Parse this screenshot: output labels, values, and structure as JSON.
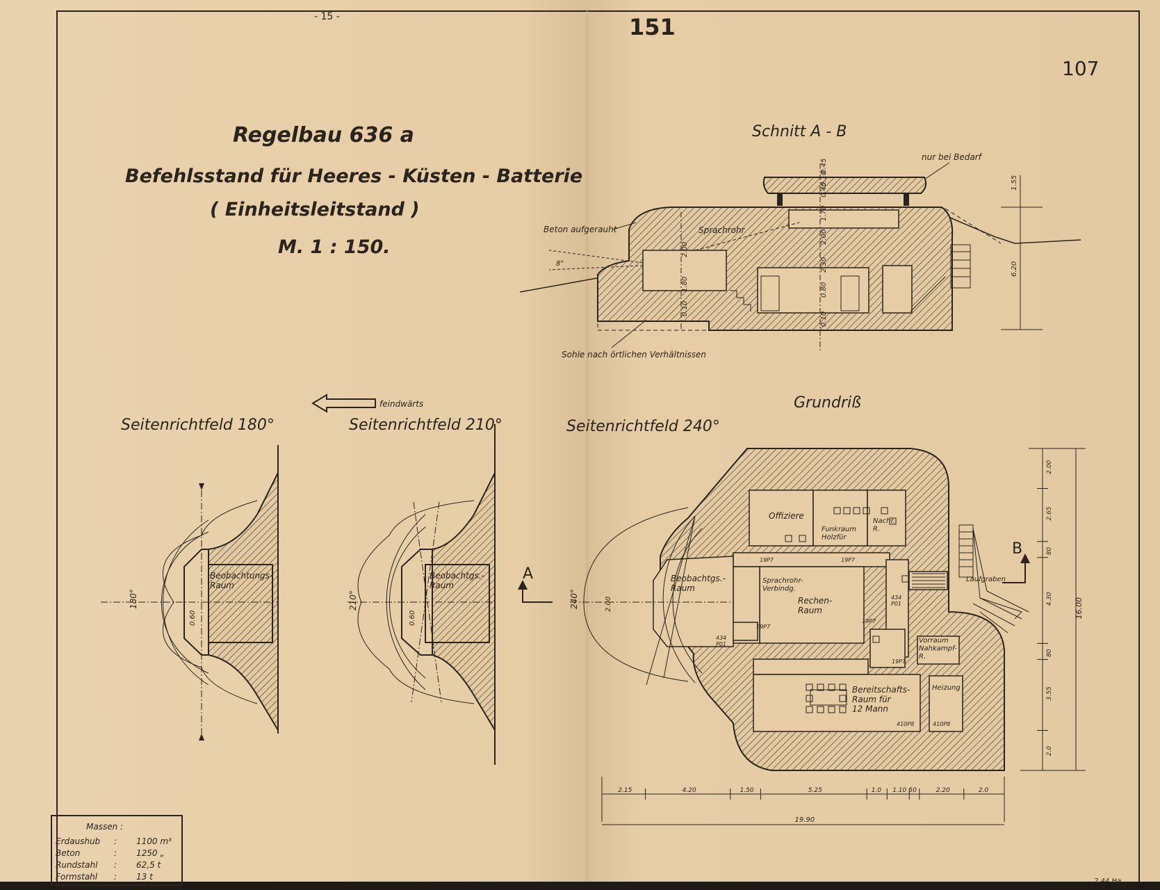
{
  "header": {
    "page_top": "- 15 -",
    "stamp": "151",
    "page_number": "107"
  },
  "title": {
    "line1": "Regelbau 636 a",
    "line2": "Befehlsstand für Heeres - Küsten - Batterie",
    "line3": "( Einheitsleitstand )",
    "scale": "M. 1 : 150."
  },
  "section": {
    "title": "Schnitt A - B",
    "note_top": "nur bei Bedarf",
    "note_concrete": "Beton aufgerauht",
    "note_tube": "Sprachrohr",
    "note_base": "Sohle nach örtlichen Verhältnissen",
    "angle_label": "8°",
    "dims_vertical": [
      "0.45",
      "0.10",
      "0.45",
      "1.70",
      "2.00",
      "2.30",
      "0.80",
      "0.10",
      "2.00",
      "1.80",
      "0.10"
    ],
    "dims_right": [
      "1.55",
      "6.20"
    ]
  },
  "direction": {
    "label": "feindwärts"
  },
  "fields": [
    {
      "title": "Seitenrichtfeld  180°",
      "angle": "180°",
      "room": "Beobachtungs-\nRaum",
      "dim": "0.60"
    },
    {
      "title": "Seitenrichtfeld 210°",
      "angle": "210°",
      "room": "Beobachtgs.-\nRaum",
      "dim": "0.60"
    },
    {
      "title": "Seitenrichtfeld  240°",
      "angle": "240°",
      "room": "Beobachtgs.-\nRaum",
      "dim": "2.00"
    }
  ],
  "plan": {
    "title": "Grundriß",
    "marker_a": "A",
    "marker_b": "B",
    "rooms": {
      "offiziere": "Offiziere",
      "funkraum": "Funkraum\nHolzfür",
      "nachr": "Nachr.\nR.",
      "sprachrohr": "Sprachrohr-\nVerbindg.",
      "rechen": "Rechen-\nRaum",
      "bereitschaft": "Bereitschafts-\nRaum für\n12 Mann",
      "heizung": "Heizung",
      "vorraum": "Vorraum\nNahkampf-\nR.",
      "laufgraben": "Laufgraben"
    },
    "door_labels": [
      "19P7",
      "19P7",
      "19P7",
      "19P7",
      "19P7",
      "434\nP01",
      "410P8",
      "410P8",
      "434\nP01"
    ],
    "dims_bottom": [
      "2.15",
      "4.20",
      "1.50",
      "5.25",
      "1.0",
      "1.10",
      "50",
      "2.20",
      "2.0"
    ],
    "dims_total": "19.90",
    "dims_right": [
      "2.00",
      "2.65",
      "80",
      "4.30",
      "80",
      "3.55",
      "2.0"
    ],
    "dims_right_total": "16.00"
  },
  "masses": {
    "title": "Massen :",
    "rows": [
      {
        "label": "Erdaushub",
        "sep": ":",
        "value": "1100 m³"
      },
      {
        "label": "Beton",
        "sep": ":",
        "value": "1250 „"
      },
      {
        "label": "Rundstahl",
        "sep": ":",
        "value": "62,5 t"
      },
      {
        "label": "Formstahl",
        "sep": ":",
        "value": "13 t"
      }
    ]
  },
  "footer": {
    "signature": "2.44 Ha."
  },
  "colors": {
    "paper": "#e7cfa9",
    "ink": "#2a241c"
  }
}
